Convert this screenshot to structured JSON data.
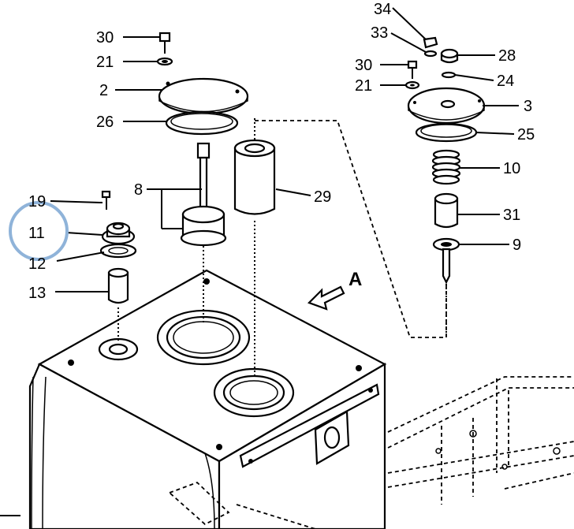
{
  "diagram": {
    "direction_marker": "A",
    "callouts": [
      {
        "id": "c34",
        "label": "34"
      },
      {
        "id": "c33",
        "label": "33"
      },
      {
        "id": "c30a",
        "label": "30"
      },
      {
        "id": "c21a",
        "label": "21"
      },
      {
        "id": "c2",
        "label": "2"
      },
      {
        "id": "c26",
        "label": "26"
      },
      {
        "id": "c8",
        "label": "8"
      },
      {
        "id": "c29",
        "label": "29"
      },
      {
        "id": "c19",
        "label": "19"
      },
      {
        "id": "c11",
        "label": "11"
      },
      {
        "id": "c12",
        "label": "12"
      },
      {
        "id": "c13",
        "label": "13"
      },
      {
        "id": "c28",
        "label": "28"
      },
      {
        "id": "c24",
        "label": "24"
      },
      {
        "id": "c30b",
        "label": "30"
      },
      {
        "id": "c21b",
        "label": "21"
      },
      {
        "id": "c3",
        "label": "3"
      },
      {
        "id": "c25",
        "label": "25"
      },
      {
        "id": "c10",
        "label": "10"
      },
      {
        "id": "c31",
        "label": "31"
      },
      {
        "id": "c9",
        "label": "9"
      }
    ],
    "highlight": {
      "target": "11",
      "color": "#8fb3d9"
    }
  }
}
